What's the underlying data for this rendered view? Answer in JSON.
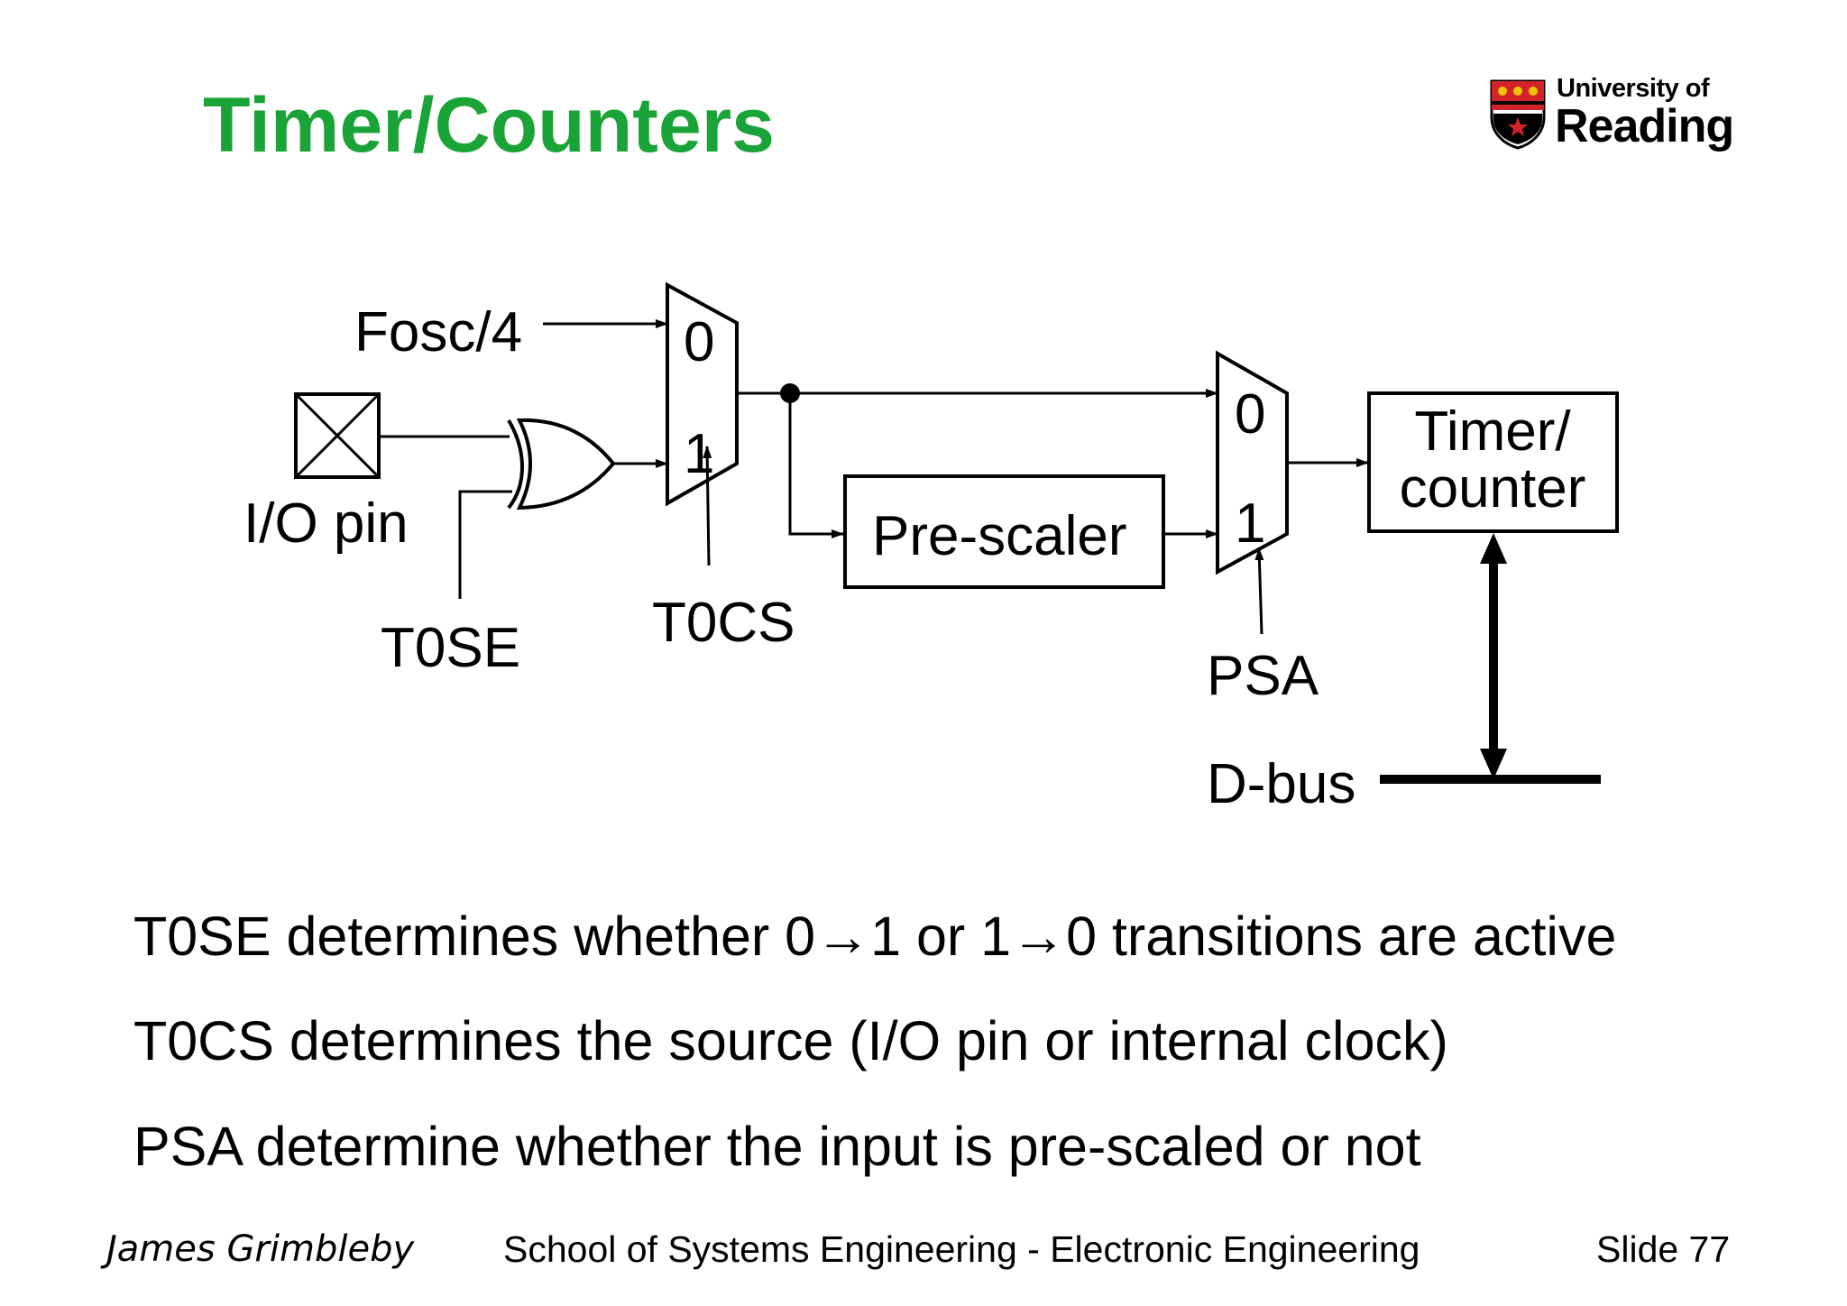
{
  "slide": {
    "title": "Timer/Counters",
    "title_color": "#1aa336",
    "logo": {
      "line1": "University of",
      "line2": "Reading",
      "shield_colors": [
        "#d2232a",
        "#f2c400",
        "#000000",
        "#ffffff"
      ]
    }
  },
  "diagram": {
    "labels": {
      "fosc": "Fosc/4",
      "io_pin": "I/O pin",
      "t0se": "T0SE",
      "t0cs": "T0CS",
      "psa": "PSA",
      "dbus": "D-bus",
      "prescaler": "Pre-scaler",
      "timer_line1": "Timer/",
      "timer_line2": "counter",
      "mux1_in0": "0",
      "mux1_in1": "1",
      "mux2_in0": "0",
      "mux2_in1": "1"
    }
  },
  "bullets": [
    "T0SE determines whether 0→1 or 1→0 transitions are active",
    "T0CS determines the source (I/O pin or internal clock)",
    "PSA determine whether the input is pre-scaled or not"
  ],
  "footer": {
    "author": "James Grimbleby",
    "center": "School of Systems Engineering - Electronic Engineering",
    "slide": "Slide 77"
  }
}
